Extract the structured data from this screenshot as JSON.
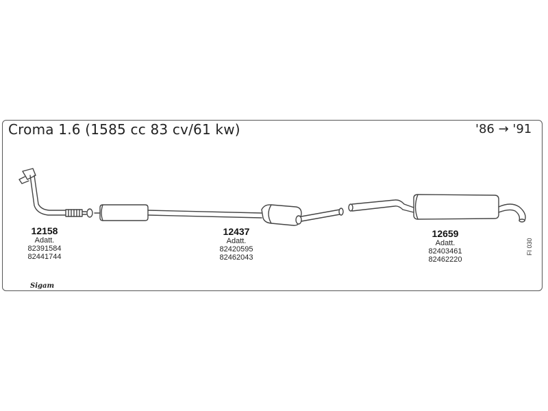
{
  "header": {
    "title": "Croma 1.6 (1585 cc 83 cv/61 kw)",
    "years": "'86 → '91"
  },
  "parts": [
    {
      "number": "12158",
      "label": "Adatt.",
      "codes": [
        "82391584",
        "82441744"
      ]
    },
    {
      "number": "12437",
      "label": "Adatt.",
      "codes": [
        "82420595",
        "82462043"
      ]
    },
    {
      "number": "12659",
      "label": "Adatt.",
      "codes": [
        "82403461",
        "82462220"
      ]
    }
  ],
  "footer": {
    "ref_code": "FI 030",
    "brand": "Sigam"
  },
  "colors": {
    "line": "#444444",
    "fill": "#ffffff"
  }
}
